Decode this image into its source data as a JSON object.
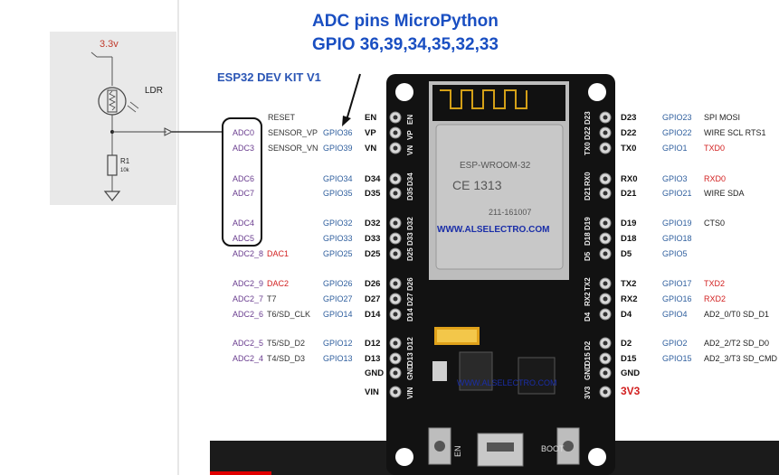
{
  "colors": {
    "adc": "#6a3d8f",
    "gpio": "#2f5f9e",
    "dac": "#d22020",
    "title": "#1a4fc2",
    "black": "#222222"
  },
  "header": {
    "line1": "ADC pins MicroPython",
    "line2": "GPIO 36,39,34,35,32,33"
  },
  "board_title": "ESP32 DEV KIT V1",
  "schematic": {
    "supply": "3.3v",
    "ldr": "LDR",
    "resistor": "R1",
    "resistor_value": "10k"
  },
  "left_rows": [
    {
      "adc": "",
      "dac": "",
      "func": "RESET",
      "gpio": "",
      "pin": "EN"
    },
    {
      "adc": "ADC0",
      "dac": "",
      "func": "SENSOR_VP",
      "gpio": "GPIO36",
      "pin": "VP"
    },
    {
      "adc": "ADC3",
      "dac": "",
      "func": "SENSOR_VN",
      "gpio": "GPIO39",
      "pin": "VN"
    },
    {
      "adc": "ADC6",
      "dac": "",
      "func": "",
      "gpio": "GPIO34",
      "pin": "D34"
    },
    {
      "adc": "ADC7",
      "dac": "",
      "func": "",
      "gpio": "GPIO35",
      "pin": "D35"
    },
    {
      "adc": "ADC4",
      "dac": "",
      "func": "",
      "gpio": "GPIO32",
      "pin": "D32"
    },
    {
      "adc": "ADC5",
      "dac": "",
      "func": "",
      "gpio": "GPIO33",
      "pin": "D33"
    },
    {
      "adc": "ADC2_8",
      "dac": "DAC1",
      "func": "",
      "gpio": "GPIO25",
      "pin": "D25"
    },
    {
      "adc": "ADC2_9",
      "dac": "DAC2",
      "func": "",
      "gpio": "GPIO26",
      "pin": "D26"
    },
    {
      "adc": "ADC2_7",
      "dac": "",
      "func": "T7",
      "gpio": "GPIO27",
      "pin": "D27"
    },
    {
      "adc": "ADC2_6",
      "dac": "",
      "func": "T6/SD_CLK",
      "gpio": "GPIO14",
      "pin": "D14"
    },
    {
      "adc": "ADC2_5",
      "dac": "",
      "func": "T5/SD_D2",
      "gpio": "GPIO12",
      "pin": "D12"
    },
    {
      "adc": "ADC2_4",
      "dac": "",
      "func": "T4/SD_D3",
      "gpio": "GPIO13",
      "pin": "D13"
    },
    {
      "adc": "",
      "dac": "",
      "func": "",
      "gpio": "",
      "pin": "GND"
    },
    {
      "adc": "",
      "dac": "",
      "func": "",
      "gpio": "",
      "pin": "VIN"
    }
  ],
  "right_rows": [
    {
      "pin": "D23",
      "gpio": "GPIO23",
      "func": "SPI MOSI",
      "func_color": "black"
    },
    {
      "pin": "D22",
      "gpio": "GPIO22",
      "func": "WIRE SCL  RTS1",
      "func_color": "black"
    },
    {
      "pin": "TX0",
      "gpio": "GPIO1",
      "func": "TXD0",
      "func_color": "dac"
    },
    {
      "pin": "RX0",
      "gpio": "GPIO3",
      "func": "RXD0",
      "func_color": "dac"
    },
    {
      "pin": "D21",
      "gpio": "GPIO21",
      "func": "WIRE SDA",
      "func_color": "black"
    },
    {
      "pin": "D19",
      "gpio": "GPIO19",
      "func": "CTS0",
      "func_color": "black"
    },
    {
      "pin": "D18",
      "gpio": "GPIO18",
      "func": "",
      "func_color": "black"
    },
    {
      "pin": "D5",
      "gpio": "GPIO5",
      "func": "",
      "func_color": "black"
    },
    {
      "pin": "TX2",
      "gpio": "GPIO17",
      "func": "TXD2",
      "func_color": "dac"
    },
    {
      "pin": "RX2",
      "gpio": "GPIO16",
      "func": "RXD2",
      "func_color": "dac"
    },
    {
      "pin": "D4",
      "gpio": "GPIO4",
      "func": "AD2_0/T0 SD_D1",
      "func_color": "black"
    },
    {
      "pin": "D2",
      "gpio": "GPIO2",
      "func": "AD2_2/T2 SD_D0",
      "func_color": "black"
    },
    {
      "pin": "D15",
      "gpio": "GPIO15",
      "func": "AD2_3/T3 SD_CMD",
      "func_color": "black"
    },
    {
      "pin": "GND",
      "gpio": "",
      "func": "",
      "func_color": "black"
    },
    {
      "pin": "3V3",
      "gpio": "",
      "func": "",
      "func_color": "dac"
    }
  ],
  "board": {
    "module_name": "ESP-WROOM-32",
    "module_cert": "CE 1313",
    "module_id": "211-161007",
    "website": "WWW.ALSELECTRO.COM",
    "website_bottom": "WWW.ALSELECTRO.COM",
    "button_left": "EN",
    "button_right": "BOOT",
    "top_labels": [
      "EN",
      "VP",
      "VN",
      "D34",
      "D35",
      "D32",
      "D33",
      "D25",
      "D26",
      "D27",
      "D14",
      "D12",
      "D13",
      "GND",
      "VIN"
    ],
    "right_vertical": [
      "D23",
      "D22",
      "TX0",
      "RX0",
      "D21",
      "D19",
      "D18",
      "D5",
      "TX2",
      "RX2",
      "D4",
      "D2",
      "D15",
      "GND",
      "3V3"
    ]
  }
}
